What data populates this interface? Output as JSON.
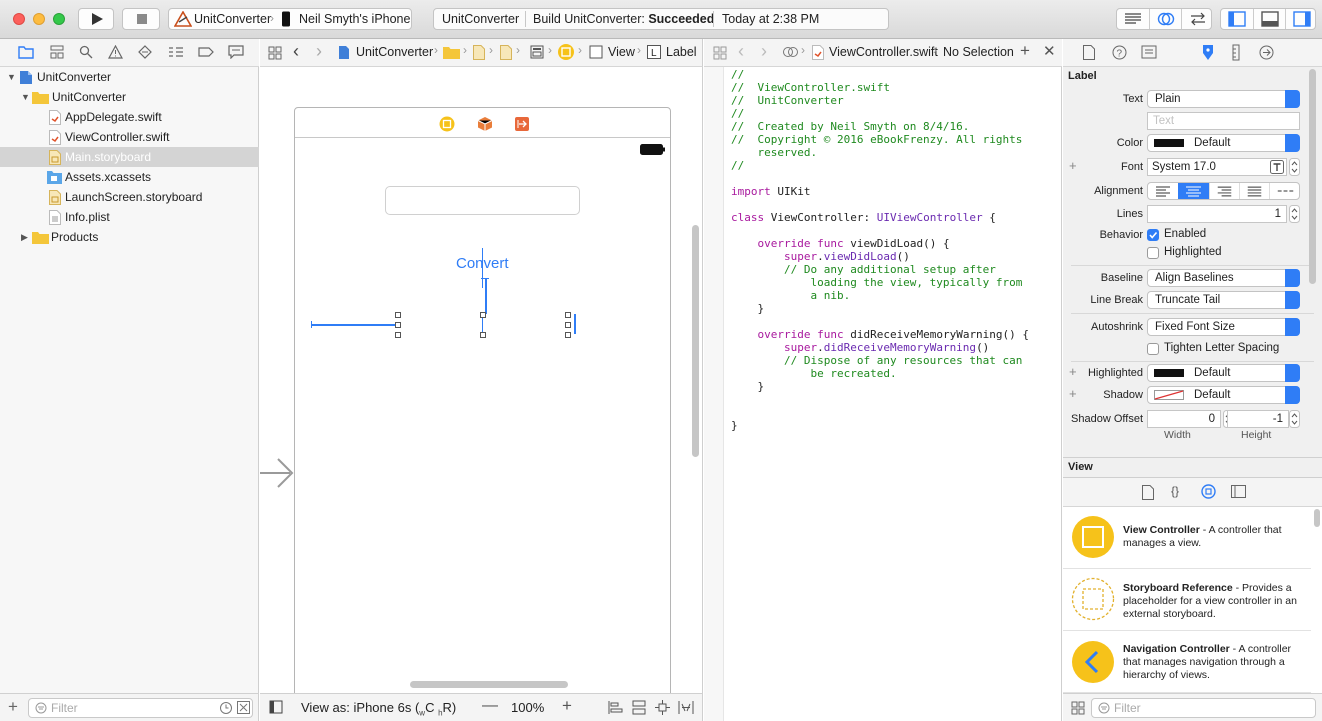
{
  "toolbar": {
    "scheme": "UnitConverter",
    "device": "Neil Smyth's iPhone",
    "activity_project": "UnitConverter",
    "activity_status_prefix": "Build UnitConverter: ",
    "activity_status": "Succeeded",
    "activity_time": "Today at 2:38 PM"
  },
  "navigator": {
    "items": [
      {
        "label": "UnitConverter"
      },
      {
        "label": "UnitConverter"
      },
      {
        "label": "AppDelegate.swift"
      },
      {
        "label": "ViewController.swift"
      },
      {
        "label": "Main.storyboard"
      },
      {
        "label": "Assets.xcassets"
      },
      {
        "label": "LaunchScreen.storyboard"
      },
      {
        "label": "Info.plist"
      },
      {
        "label": "Products"
      }
    ],
    "filter_placeholder": "Filter"
  },
  "ib": {
    "jump": [
      "UnitConverter",
      "View",
      "Label"
    ],
    "convert_button": "Convert",
    "view_as_label": "View as: iPhone 6s (",
    "size_w": "w",
    "size_c": "C",
    "size_h": "h",
    "size_r": "R",
    "size_close": ")",
    "zoom": "100%"
  },
  "editor": {
    "file": "ViewController.swift",
    "selection": "No Selection",
    "lines": [
      {
        "t": "//",
        "c": "cm"
      },
      {
        "t": "//  ViewController.swift",
        "c": "cm"
      },
      {
        "t": "//  UnitConverter",
        "c": "cm"
      },
      {
        "t": "//",
        "c": "cm"
      },
      {
        "t": "//  Created by Neil Smyth on 8/4/16.",
        "c": "cm"
      },
      {
        "t": "//  Copyright © 2016 eBookFrenzy. All rights",
        "c": "cm"
      },
      {
        "t": "    reserved.",
        "c": "cm"
      },
      {
        "t": "//",
        "c": "cm"
      },
      {
        "t": "",
        "c": "pl"
      },
      {
        "t": "import UIKit",
        "c": "kwp"
      },
      {
        "t": "",
        "c": "pl"
      },
      {
        "t": "class ViewController: UIViewController {",
        "c": "cls"
      },
      {
        "t": "",
        "c": "pl"
      },
      {
        "t": "    override func viewDidLoad() {",
        "c": "fn"
      },
      {
        "t": "        super.viewDidLoad()",
        "c": "sup"
      },
      {
        "t": "        // Do any additional setup after",
        "c": "cm"
      },
      {
        "t": "            loading the view, typically from",
        "c": "cm"
      },
      {
        "t": "            a nib.",
        "c": "cm"
      },
      {
        "t": "    }",
        "c": "pl"
      },
      {
        "t": "",
        "c": "pl"
      },
      {
        "t": "    override func didReceiveMemoryWarning() {",
        "c": "fn"
      },
      {
        "t": "        super.didReceiveMemoryWarning()",
        "c": "sup"
      },
      {
        "t": "        // Dispose of any resources that can",
        "c": "cm"
      },
      {
        "t": "            be recreated.",
        "c": "cm"
      },
      {
        "t": "    }",
        "c": "pl"
      },
      {
        "t": "",
        "c": "pl"
      },
      {
        "t": "",
        "c": "pl"
      },
      {
        "t": "}",
        "c": "pl"
      }
    ]
  },
  "inspector": {
    "section_label": "Label",
    "text_label": "Text",
    "text_value": "Plain",
    "text_placeholder": "Text",
    "color_label": "Color",
    "color_value": "Default",
    "font_label": "Font",
    "font_value": "System 17.0",
    "alignment_label": "Alignment",
    "lines_label": "Lines",
    "lines_value": "1",
    "behavior_label": "Behavior",
    "enabled_label": "Enabled",
    "highlighted_cb_label": "Highlighted",
    "baseline_label": "Baseline",
    "baseline_value": "Align Baselines",
    "linebreak_label": "Line Break",
    "linebreak_value": "Truncate Tail",
    "autoshrink_label": "Autoshrink",
    "autoshrink_value": "Fixed Font Size",
    "tighten_label": "Tighten Letter Spacing",
    "highlighted_label": "Highlighted",
    "highlighted_value": "Default",
    "shadow_label": "Shadow",
    "shadow_value": "Default",
    "shadow_offset_label": "Shadow Offset",
    "shadow_offset_w": "0",
    "shadow_offset_h": "-1",
    "width_label": "Width",
    "height_label": "Height",
    "view_section": "View"
  },
  "library": {
    "items": [
      {
        "title": "View Controller",
        "desc": " - A controller that manages a view."
      },
      {
        "title": "Storyboard Reference",
        "desc": " - Provides a placeholder for a view controller in an external storyboard."
      },
      {
        "title": "Navigation Controller",
        "desc": " - A controller that manages navigation through a hierarchy of views."
      }
    ],
    "filter_placeholder": "Filter"
  },
  "colors": {
    "accent": "#2f7df6",
    "selection": "#d4d4d4",
    "convert": "#2f7df6"
  }
}
